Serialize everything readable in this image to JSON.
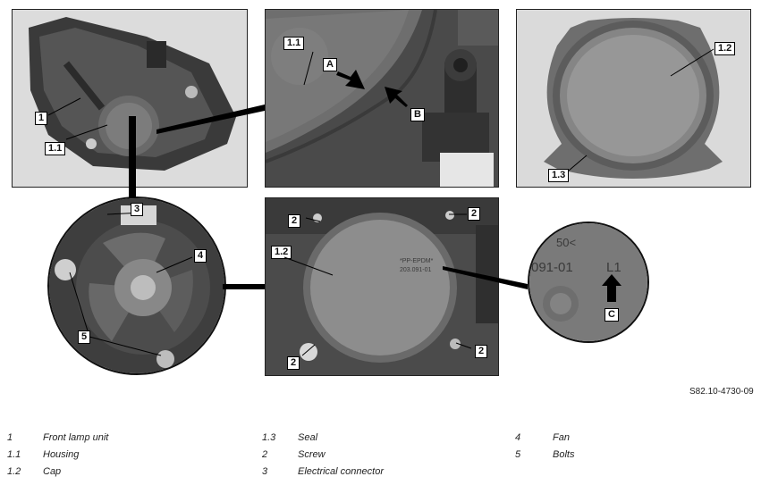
{
  "figure_id": "S82.10-4730-09",
  "callouts": {
    "c1": "1",
    "c1_1a": "1.1",
    "c1_1b": "1.1",
    "c1_2a": "1.2",
    "c1_2b": "1.2",
    "c1_3": "1.3",
    "c2a": "2",
    "c2b": "2",
    "c2c": "2",
    "c2d": "2",
    "c3": "3",
    "c4": "4",
    "c5": "5",
    "cA": "A",
    "cB": "B",
    "cC": "C"
  },
  "part_print": {
    "line1": "*PP-EPDM*",
    "line2": "203.091-01",
    "zoom_top": "50<",
    "zoom_num": "091-01",
    "zoom_code": "L1"
  },
  "legend": [
    {
      "num": "1",
      "text": "Front lamp unit"
    },
    {
      "num": "1.1",
      "text": "Housing"
    },
    {
      "num": "1.2",
      "text": "Cap"
    },
    {
      "num": "1.3",
      "text": "Seal"
    },
    {
      "num": "2",
      "text": "Screw"
    },
    {
      "num": "3",
      "text": "Electrical connector"
    },
    {
      "num": "4",
      "text": "Fan"
    },
    {
      "num": "5",
      "text": "Bolts"
    }
  ]
}
